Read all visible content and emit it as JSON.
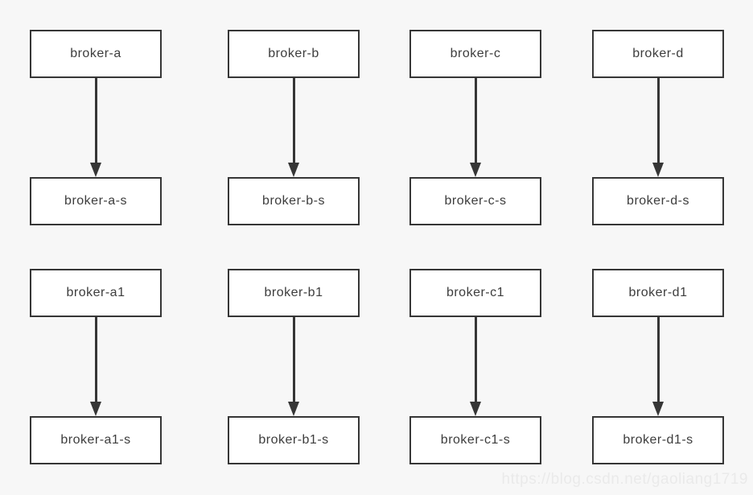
{
  "page": {
    "background": "#f7f7f7",
    "watermark": "https://blog.csdn.net/gaoliang1719"
  },
  "diagram": {
    "type": "master-slave-broker-topology",
    "node_fill": "#ffffff",
    "node_border_color": "#363636",
    "node_text_color": "#3d3d3d",
    "arrow_color": "#363636",
    "watermark_color": "#eaeaea",
    "pairs": [
      {
        "master": "broker-a",
        "slave": "broker-a-s"
      },
      {
        "master": "broker-b",
        "slave": "broker-b-s"
      },
      {
        "master": "broker-c",
        "slave": "broker-c-s"
      },
      {
        "master": "broker-d",
        "slave": "broker-d-s"
      },
      {
        "master": "broker-a1",
        "slave": "broker-a1-s"
      },
      {
        "master": "broker-b1",
        "slave": "broker-b1-s"
      },
      {
        "master": "broker-c1",
        "slave": "broker-c1-s"
      },
      {
        "master": "broker-d1",
        "slave": "broker-d1-s"
      }
    ]
  }
}
